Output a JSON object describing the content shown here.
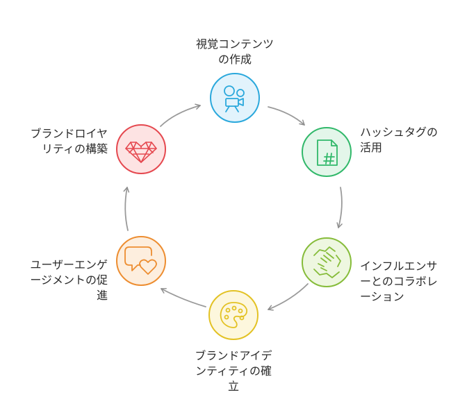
{
  "nodes": [
    {
      "id": "visual",
      "lines": [
        "視覚コンテンツ",
        "の作成"
      ],
      "icon": "video-camera-icon",
      "fill": "#e2f3fc",
      "stroke": "#2aa8dc"
    },
    {
      "id": "hashtag",
      "lines": [
        "ハッシュタグの",
        "活用"
      ],
      "icon": "hashtag-document-icon",
      "fill": "#e3f6ea",
      "stroke": "#31b86a"
    },
    {
      "id": "influencer",
      "lines": [
        "インフルエンサ",
        "ーとのコラボレ",
        "ーション"
      ],
      "icon": "handshake-icon",
      "fill": "#eef7e0",
      "stroke": "#86bc3a"
    },
    {
      "id": "brand-identity",
      "lines": [
        "ブランドアイデ",
        "ンティティの確",
        "立"
      ],
      "icon": "palette-icon",
      "fill": "#fdf7dd",
      "stroke": "#e3c224"
    },
    {
      "id": "engagement",
      "lines": [
        "ユーザーエンゲ",
        "ージメントの促",
        "進"
      ],
      "icon": "chat-heart-icon",
      "fill": "#fdeede",
      "stroke": "#ed8d30"
    },
    {
      "id": "loyalty",
      "lines": [
        "ブランドロイヤ",
        "リティの構築"
      ],
      "icon": "heart-mesh-icon",
      "fill": "#fde3e3",
      "stroke": "#e5484f"
    }
  ]
}
